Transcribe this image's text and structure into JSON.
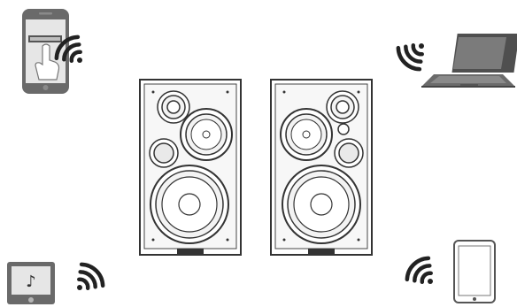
{
  "illustration": {
    "devices": [
      {
        "id": "smartphone",
        "icon": "smartphone-icon",
        "position_label": "top-left"
      },
      {
        "id": "laptop",
        "icon": "laptop-icon",
        "position_label": "top-right"
      },
      {
        "id": "music-player",
        "icon": "music-player-icon",
        "position_label": "bottom-left"
      },
      {
        "id": "tablet",
        "icon": "tablet-icon",
        "position_label": "bottom-right"
      }
    ],
    "speakers": [
      {
        "id": "left-speaker",
        "icon": "speaker-icon"
      },
      {
        "id": "right-speaker",
        "icon": "speaker-icon"
      }
    ],
    "signal_icon": "wireless-signal-icon",
    "colors": {
      "device_dark": "#5a5a5a",
      "device_mid": "#7a7a7a",
      "screen_light": "#d9d9d9",
      "line": "#333333",
      "speaker_face": "#f2f2f2",
      "background": "#ffffff"
    }
  }
}
